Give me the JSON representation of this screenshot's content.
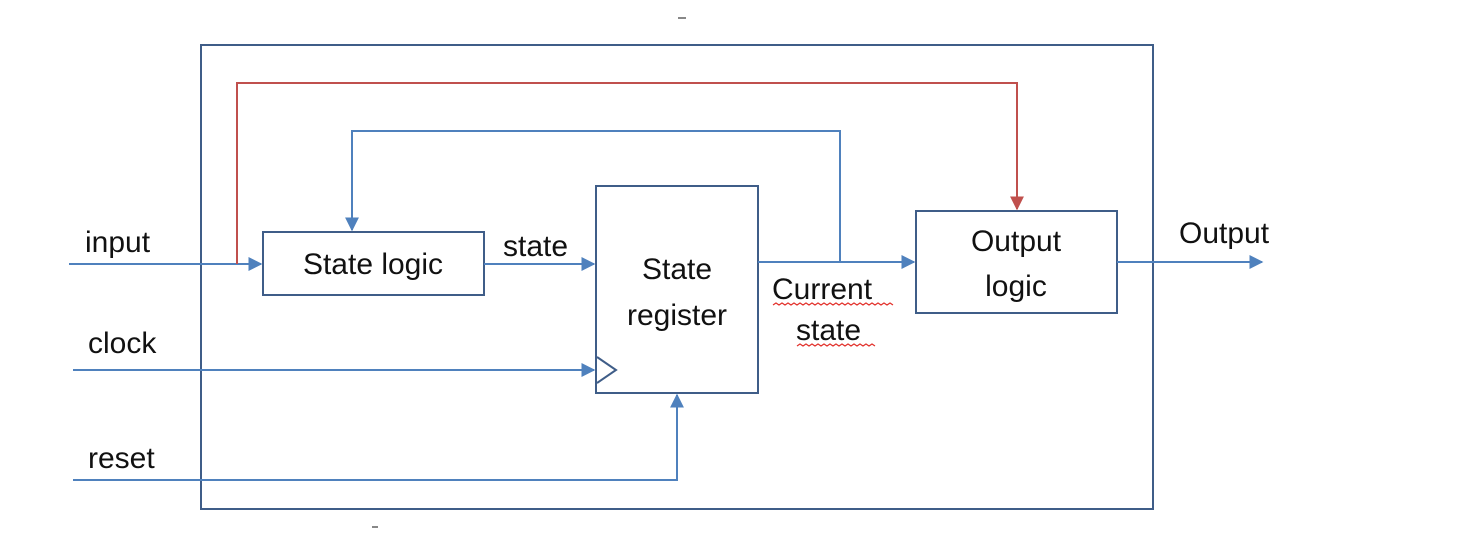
{
  "colors": {
    "frame": "#3f5d88",
    "box_border": "#3f5d88",
    "signal_wire": "#4f81bd",
    "input_bypass_wire": "#c0504d",
    "spellcheck_underline": "#e2302a",
    "text": "#111111",
    "background": "#ffffff"
  },
  "inputs": {
    "input": "input",
    "clock": "clock",
    "reset": "reset"
  },
  "blocks": {
    "state_logic": "State logic",
    "state_register_line1": "State",
    "state_register_line2": "register",
    "output_logic_line1": "Output",
    "output_logic_line2": "logic"
  },
  "signals": {
    "state": "state",
    "current_state_line1": "Current",
    "current_state_line2": "state"
  },
  "outputs": {
    "output": "Output"
  }
}
